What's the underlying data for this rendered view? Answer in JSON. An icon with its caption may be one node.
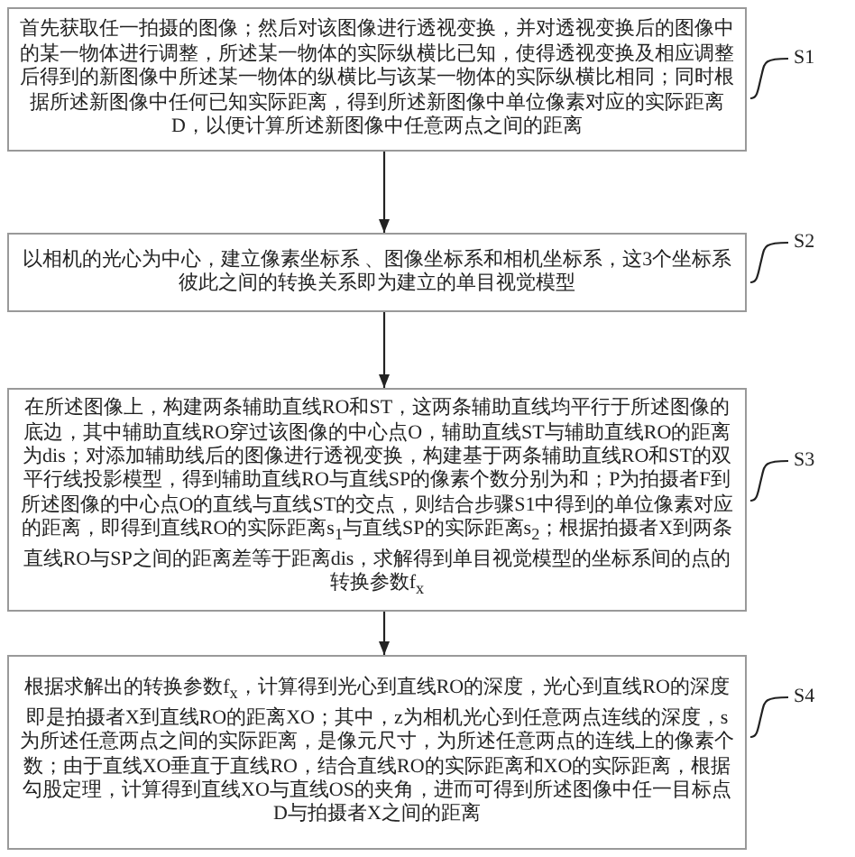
{
  "diagram": {
    "nodes": [
      {
        "text": [
          "首先获取任一拍摄的图像；然后对该图像进行透视变换，并对透视变换后的图像中的某一物体进行调整，所述某一物体的实际纵横比已知，使得透视变换及相应调整后得到的新图像中所述某一物体的纵横比与该某一物体的实际纵横比相同；同时根据所述新图像中任何已知实际距离，得到所述新图像中单位像素对应的实际距离D，以便计算所述新图像中任意两点之间的距离"
        ]
      },
      {
        "text": [
          "S1"
        ]
      },
      {
        "text": [
          "以相机的光心为中心，建立像素坐标系 、图像坐标系和相机坐标系，这3个坐标系彼此之间的转换关系即为建立的单目视觉模型"
        ]
      },
      {
        "text": [
          "S2"
        ]
      },
      {
        "text": [
          "在所述图像上，构建两条辅助直线RO和ST，这两条辅助直线均平行于所述图像的底边，其中辅助直线RO穿过该图像的中心点O，辅助直线ST与辅助直线RO的距离为dis；对添加辅助线后的图像进行透视变换，构建基于两条辅助直线RO和ST的双平行线投影模型，得到辅助直线RO与直线SP的像素个数分别为和；P为拍摄者F到所述图像的中心点O的直线与直线ST的交点，则结合步骤S1中得到的单位像素对应的距离，即得到直线RO的实际距离s$_{1}$与直线SP的实际距离s$_{2}$；根据拍摄者X到两条直线RO与SP之间的距离差等于距离dis，求解得到单目视觉模型的坐标系间的点的转换参数f$_{x}$"
        ]
      },
      {
        "text": [
          "S3"
        ]
      },
      {
        "text": [
          "根据求解出的转换参数f$_{x}$，计算得到光心到直线RO的深度，光心到直线RO的深度即是拍摄者X到直线RO的距离XO；其中，z为相机光心到任意两点连线的深度，s为所述任意两点之间的实际距离，是像元尺寸，为所述任意两点的连线上的像素个数；由于直线XO垂直于直线RO，结合直线RO的实际距离和XO的实际距离，根据勾股定理，计算得到直线XO与直线OS的夹角，进而可得到所述图像中任一目标点D与拍摄者X之间的距离"
        ]
      },
      {
        "text": [
          "S4"
        ]
      }
    ],
    "edges": [
      {
        "from": 0,
        "to": 2,
        "arrow": "to"
      },
      {
        "from": 2,
        "to": 4,
        "arrow": "to"
      },
      {
        "from": 4,
        "to": 6,
        "arrow": "to"
      },
      {
        "from": 1,
        "to": 0,
        "arrow": "none"
      },
      {
        "from": 3,
        "to": 2,
        "arrow": "none"
      },
      {
        "from": 5,
        "to": 4,
        "arrow": "none"
      },
      {
        "from": 7,
        "to": 6,
        "arrow": "none"
      }
    ]
  }
}
